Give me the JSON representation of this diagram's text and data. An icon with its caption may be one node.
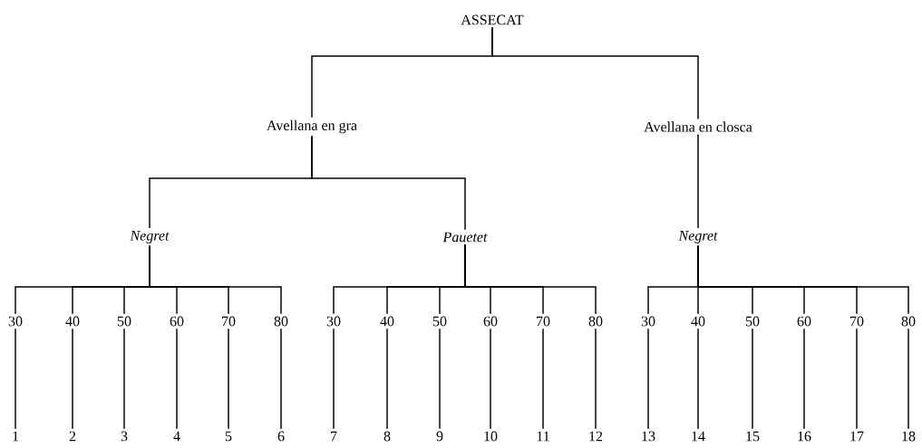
{
  "diagram": {
    "nodes": [
      {
        "text": [
          "ASSECAT"
        ]
      },
      {
        "text": [
          "Avellana en gra"
        ]
      },
      {
        "text": [
          "Avellana en closca"
        ]
      },
      {
        "text": [
          "Negret"
        ]
      },
      {
        "text": [
          "Pauetet"
        ]
      },
      {
        "text": [
          "Negret"
        ]
      },
      {
        "text": [
          "30"
        ]
      },
      {
        "text": [
          "40"
        ]
      },
      {
        "text": [
          "50"
        ]
      },
      {
        "text": [
          "60"
        ]
      },
      {
        "text": [
          "70"
        ]
      },
      {
        "text": [
          "80"
        ]
      },
      {
        "text": [
          "30"
        ]
      },
      {
        "text": [
          "40"
        ]
      },
      {
        "text": [
          "50"
        ]
      },
      {
        "text": [
          "60"
        ]
      },
      {
        "text": [
          "70"
        ]
      },
      {
        "text": [
          "80"
        ]
      },
      {
        "text": [
          "30"
        ]
      },
      {
        "text": [
          "40"
        ]
      },
      {
        "text": [
          "50"
        ]
      },
      {
        "text": [
          "60"
        ]
      },
      {
        "text": [
          "70"
        ]
      },
      {
        "text": [
          "80"
        ]
      },
      {
        "text": [
          "1"
        ]
      },
      {
        "text": [
          "2"
        ]
      },
      {
        "text": [
          "3"
        ]
      },
      {
        "text": [
          "4"
        ]
      },
      {
        "text": [
          "5"
        ]
      },
      {
        "text": [
          "6"
        ]
      },
      {
        "text": [
          "7"
        ]
      },
      {
        "text": [
          "8"
        ]
      },
      {
        "text": [
          "9"
        ]
      },
      {
        "text": [
          "10"
        ]
      },
      {
        "text": [
          "11"
        ]
      },
      {
        "text": [
          "12"
        ]
      },
      {
        "text": [
          "13"
        ]
      },
      {
        "text": [
          "14"
        ]
      },
      {
        "text": [
          "15"
        ]
      },
      {
        "text": [
          "16"
        ]
      },
      {
        "text": [
          "17"
        ]
      },
      {
        "text": [
          "18"
        ]
      }
    ],
    "edges": [
      {
        "from": 0,
        "to": 1,
        "arrow": "none"
      },
      {
        "from": 0,
        "to": 2,
        "arrow": "none"
      },
      {
        "from": 1,
        "to": 3,
        "arrow": "none"
      },
      {
        "from": 1,
        "to": 4,
        "arrow": "none"
      },
      {
        "from": 2,
        "to": 5,
        "arrow": "none"
      },
      {
        "from": 3,
        "to": 6,
        "arrow": "none"
      },
      {
        "from": 3,
        "to": 7,
        "arrow": "none"
      },
      {
        "from": 3,
        "to": 8,
        "arrow": "none"
      },
      {
        "from": 3,
        "to": 9,
        "arrow": "none"
      },
      {
        "from": 3,
        "to": 10,
        "arrow": "none"
      },
      {
        "from": 3,
        "to": 11,
        "arrow": "none"
      },
      {
        "from": 4,
        "to": 12,
        "arrow": "none"
      },
      {
        "from": 4,
        "to": 13,
        "arrow": "none"
      },
      {
        "from": 4,
        "to": 14,
        "arrow": "none"
      },
      {
        "from": 4,
        "to": 15,
        "arrow": "none"
      },
      {
        "from": 4,
        "to": 16,
        "arrow": "none"
      },
      {
        "from": 4,
        "to": 17,
        "arrow": "none"
      },
      {
        "from": 5,
        "to": 18,
        "arrow": "none"
      },
      {
        "from": 5,
        "to": 19,
        "arrow": "none"
      },
      {
        "from": 5,
        "to": 20,
        "arrow": "none"
      },
      {
        "from": 5,
        "to": 21,
        "arrow": "none"
      },
      {
        "from": 5,
        "to": 22,
        "arrow": "none"
      },
      {
        "from": 5,
        "to": 23,
        "arrow": "none"
      },
      {
        "from": 6,
        "to": 24,
        "arrow": "none"
      },
      {
        "from": 7,
        "to": 25,
        "arrow": "none"
      },
      {
        "from": 8,
        "to": 26,
        "arrow": "none"
      },
      {
        "from": 9,
        "to": 27,
        "arrow": "none"
      },
      {
        "from": 10,
        "to": 28,
        "arrow": "none"
      },
      {
        "from": 11,
        "to": 29,
        "arrow": "none"
      },
      {
        "from": 12,
        "to": 30,
        "arrow": "none"
      },
      {
        "from": 13,
        "to": 31,
        "arrow": "none"
      },
      {
        "from": 14,
        "to": 32,
        "arrow": "none"
      },
      {
        "from": 15,
        "to": 33,
        "arrow": "none"
      },
      {
        "from": 16,
        "to": 34,
        "arrow": "none"
      },
      {
        "from": 17,
        "to": 35,
        "arrow": "none"
      },
      {
        "from": 18,
        "to": 36,
        "arrow": "none"
      },
      {
        "from": 19,
        "to": 37,
        "arrow": "none"
      },
      {
        "from": 20,
        "to": 38,
        "arrow": "none"
      },
      {
        "from": 21,
        "to": 39,
        "arrow": "none"
      },
      {
        "from": 22,
        "to": 40,
        "arrow": "none"
      },
      {
        "from": 23,
        "to": 41,
        "arrow": "none"
      }
    ]
  }
}
